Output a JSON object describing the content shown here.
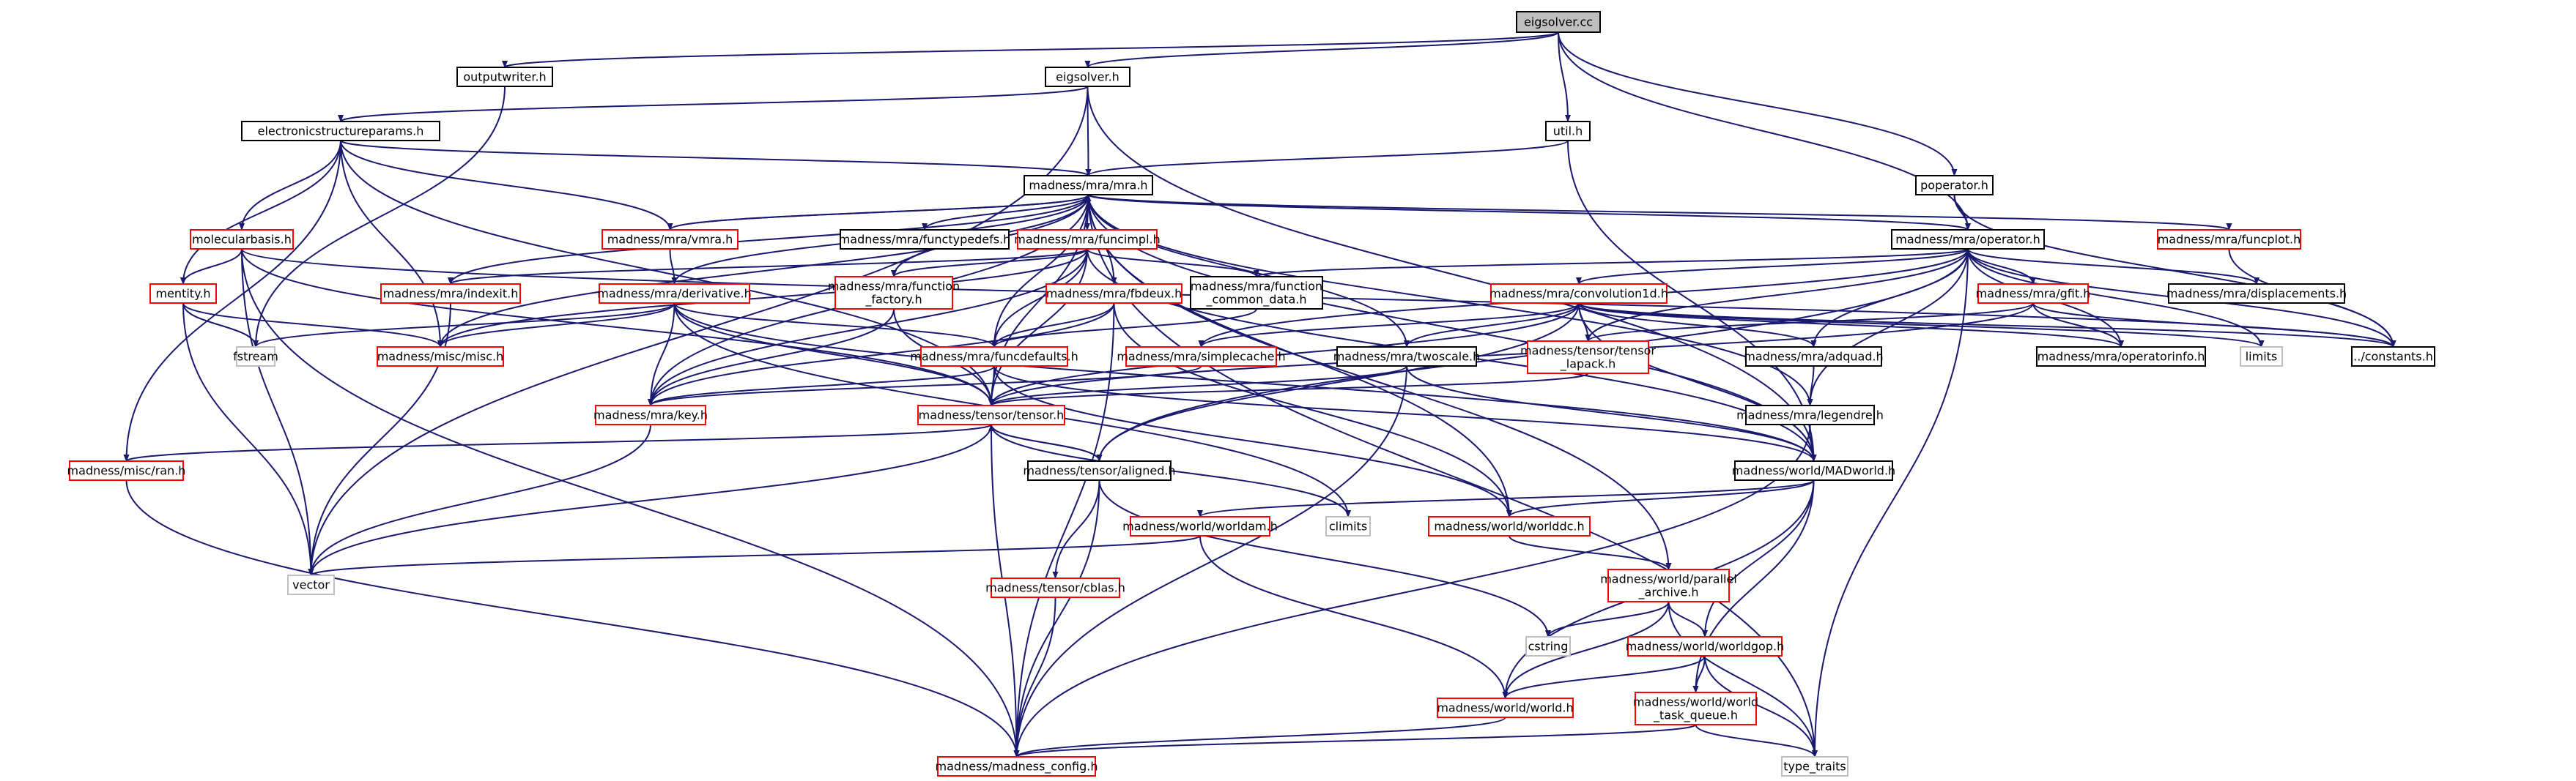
{
  "graph": {
    "type": "include-dependency-graph",
    "colors": {
      "edge": "#191970",
      "root_fill": "#bfbfbf",
      "documented_border": "#000000",
      "undocumented_border": "#ff0000",
      "external_border": "#bfbfbf",
      "external_text": "#000000"
    },
    "nodes": [
      {
        "id": "eigsolver_cc",
        "lines": [
          "eigsolver.cc"
        ],
        "kind": "root"
      },
      {
        "id": "outputwriter_h",
        "lines": [
          "outputwriter.h"
        ],
        "kind": "doc"
      },
      {
        "id": "eigsolver_h",
        "lines": [
          "eigsolver.h"
        ],
        "kind": "doc"
      },
      {
        "id": "util_h",
        "lines": [
          "util.h"
        ],
        "kind": "doc"
      },
      {
        "id": "poperator_h",
        "lines": [
          "poperator.h"
        ],
        "kind": "doc"
      },
      {
        "id": "electronicstructureparams_h",
        "lines": [
          "electronicstructureparams.h"
        ],
        "kind": "doc"
      },
      {
        "id": "mra_h",
        "lines": [
          "madness/mra/mra.h"
        ],
        "kind": "doc"
      },
      {
        "id": "molecularbasis_h",
        "lines": [
          "molecularbasis.h"
        ],
        "kind": "red"
      },
      {
        "id": "vmra_h",
        "lines": [
          "madness/mra/vmra.h"
        ],
        "kind": "red"
      },
      {
        "id": "functypedefs_h",
        "lines": [
          "madness/mra/functypedefs.h"
        ],
        "kind": "doc"
      },
      {
        "id": "funcimpl_h",
        "lines": [
          "madness/mra/funcimpl.h"
        ],
        "kind": "red"
      },
      {
        "id": "operator_h",
        "lines": [
          "madness/mra/operator.h"
        ],
        "kind": "doc"
      },
      {
        "id": "funcplot_h",
        "lines": [
          "madness/mra/funcplot.h"
        ],
        "kind": "red"
      },
      {
        "id": "mentity_h",
        "lines": [
          "mentity.h"
        ],
        "kind": "red"
      },
      {
        "id": "indexit_h",
        "lines": [
          "madness/mra/indexit.h"
        ],
        "kind": "red"
      },
      {
        "id": "derivative_h",
        "lines": [
          "madness/mra/derivative.h"
        ],
        "kind": "red"
      },
      {
        "id": "function_factory_h",
        "lines": [
          "madness/mra/function",
          "_factory.h"
        ],
        "kind": "red"
      },
      {
        "id": "fbdeux_h",
        "lines": [
          "madness/mra/fbdeux.h"
        ],
        "kind": "red"
      },
      {
        "id": "function_common_data_h",
        "lines": [
          "madness/mra/function",
          "_common_data.h"
        ],
        "kind": "doc"
      },
      {
        "id": "convolution1d_h",
        "lines": [
          "madness/mra/convolution1d.h"
        ],
        "kind": "red"
      },
      {
        "id": "gfit_h",
        "lines": [
          "madness/mra/gfit.h"
        ],
        "kind": "red"
      },
      {
        "id": "displacements_h",
        "lines": [
          "madness/mra/displacements.h"
        ],
        "kind": "doc"
      },
      {
        "id": "fstream",
        "lines": [
          "fstream"
        ],
        "kind": "ext"
      },
      {
        "id": "misc_h",
        "lines": [
          "madness/misc/misc.h"
        ],
        "kind": "red"
      },
      {
        "id": "funcdefaults_h",
        "lines": [
          "madness/mra/funcdefaults.h"
        ],
        "kind": "red"
      },
      {
        "id": "simplecache_h",
        "lines": [
          "madness/mra/simplecache.h"
        ],
        "kind": "red"
      },
      {
        "id": "twoscale_h",
        "lines": [
          "madness/mra/twoscale.h"
        ],
        "kind": "doc"
      },
      {
        "id": "tensor_lapack_h",
        "lines": [
          "madness/tensor/tensor",
          "_lapack.h"
        ],
        "kind": "red"
      },
      {
        "id": "adquad_h",
        "lines": [
          "madness/mra/adquad.h"
        ],
        "kind": "doc"
      },
      {
        "id": "operatorinfo_h",
        "lines": [
          "madness/mra/operatorinfo.h"
        ],
        "kind": "doc"
      },
      {
        "id": "limits",
        "lines": [
          "limits"
        ],
        "kind": "ext"
      },
      {
        "id": "constants_h",
        "lines": [
          "../constants.h"
        ],
        "kind": "doc"
      },
      {
        "id": "key_h",
        "lines": [
          "madness/mra/key.h"
        ],
        "kind": "red"
      },
      {
        "id": "tensor_h",
        "lines": [
          "madness/tensor/tensor.h"
        ],
        "kind": "red"
      },
      {
        "id": "legendre_h",
        "lines": [
          "madness/mra/legendre.h"
        ],
        "kind": "doc"
      },
      {
        "id": "ran_h",
        "lines": [
          "madness/misc/ran.h"
        ],
        "kind": "red"
      },
      {
        "id": "aligned_h",
        "lines": [
          "madness/tensor/aligned.h"
        ],
        "kind": "doc"
      },
      {
        "id": "madworld_h",
        "lines": [
          "madness/world/MADworld.h"
        ],
        "kind": "doc"
      },
      {
        "id": "climits",
        "lines": [
          "climits"
        ],
        "kind": "ext"
      },
      {
        "id": "worldam_h",
        "lines": [
          "madness/world/worldam.h"
        ],
        "kind": "red"
      },
      {
        "id": "worlddc_h",
        "lines": [
          "madness/world/worlddc.h"
        ],
        "kind": "red"
      },
      {
        "id": "vector",
        "lines": [
          "vector"
        ],
        "kind": "ext"
      },
      {
        "id": "cblas_h",
        "lines": [
          "madness/tensor/cblas.h"
        ],
        "kind": "red"
      },
      {
        "id": "parallel_archive_h",
        "lines": [
          "madness/world/parallel",
          "_archive.h"
        ],
        "kind": "red"
      },
      {
        "id": "cstring",
        "lines": [
          "cstring"
        ],
        "kind": "ext"
      },
      {
        "id": "worldgop_h",
        "lines": [
          "madness/world/worldgop.h"
        ],
        "kind": "red"
      },
      {
        "id": "world_h",
        "lines": [
          "madness/world/world.h"
        ],
        "kind": "red"
      },
      {
        "id": "world_task_queue_h",
        "lines": [
          "madness/world/world",
          "_task_queue.h"
        ],
        "kind": "red"
      },
      {
        "id": "madness_config_h",
        "lines": [
          "madness/madness_config.h"
        ],
        "kind": "red"
      },
      {
        "id": "type_traits",
        "lines": [
          "type_traits"
        ],
        "kind": "ext"
      }
    ],
    "edges": [
      [
        "eigsolver_cc",
        "outputwriter_h"
      ],
      [
        "eigsolver_cc",
        "eigsolver_h"
      ],
      [
        "eigsolver_cc",
        "util_h"
      ],
      [
        "eigsolver_cc",
        "poperator_h"
      ],
      [
        "eigsolver_cc",
        "operator_h"
      ],
      [
        "outputwriter_h",
        "fstream"
      ],
      [
        "eigsolver_h",
        "electronicstructureparams_h"
      ],
      [
        "eigsolver_h",
        "mra_h"
      ],
      [
        "eigsolver_h",
        "vector"
      ],
      [
        "eigsolver_h",
        "madworld_h"
      ],
      [
        "util_h",
        "mra_h"
      ],
      [
        "util_h",
        "madworld_h"
      ],
      [
        "poperator_h",
        "operator_h"
      ],
      [
        "poperator_h",
        "constants_h"
      ],
      [
        "electronicstructureparams_h",
        "mra_h"
      ],
      [
        "electronicstructureparams_h",
        "molecularbasis_h"
      ],
      [
        "electronicstructureparams_h",
        "mentity_h"
      ],
      [
        "electronicstructureparams_h",
        "ran_h"
      ],
      [
        "electronicstructureparams_h",
        "vmra_h"
      ],
      [
        "electronicstructureparams_h",
        "misc_h"
      ],
      [
        "electronicstructureparams_h",
        "tensor_h"
      ],
      [
        "mra_h",
        "vmra_h"
      ],
      [
        "mra_h",
        "functypedefs_h"
      ],
      [
        "mra_h",
        "funcimpl_h"
      ],
      [
        "mra_h",
        "operator_h"
      ],
      [
        "mra_h",
        "funcplot_h"
      ],
      [
        "mra_h",
        "indexit_h"
      ],
      [
        "mra_h",
        "derivative_h"
      ],
      [
        "mra_h",
        "function_factory_h"
      ],
      [
        "mra_h",
        "fbdeux_h"
      ],
      [
        "mra_h",
        "twoscale_h"
      ],
      [
        "mra_h",
        "misc_h"
      ],
      [
        "mra_h",
        "key_h"
      ],
      [
        "mra_h",
        "tensor_h"
      ],
      [
        "mra_h",
        "madworld_h"
      ],
      [
        "mra_h",
        "worlddc_h"
      ],
      [
        "mra_h",
        "parallel_archive_h"
      ],
      [
        "mra_h",
        "type_traits"
      ],
      [
        "mra_h",
        "legendre_h"
      ],
      [
        "mra_h",
        "funcdefaults_h"
      ],
      [
        "molecularbasis_h",
        "mentity_h"
      ],
      [
        "molecularbasis_h",
        "tensor_h"
      ],
      [
        "molecularbasis_h",
        "madness_config_h"
      ],
      [
        "molecularbasis_h",
        "vector"
      ],
      [
        "molecularbasis_h",
        "constants_h"
      ],
      [
        "vmra_h",
        "mra_h"
      ],
      [
        "vmra_h",
        "derivative_h"
      ],
      [
        "funcimpl_h",
        "function_factory_h"
      ],
      [
        "funcimpl_h",
        "function_common_data_h"
      ],
      [
        "funcimpl_h",
        "funcdefaults_h"
      ],
      [
        "funcimpl_h",
        "tensor_h"
      ],
      [
        "funcimpl_h",
        "key_h"
      ],
      [
        "funcimpl_h",
        "misc_h"
      ],
      [
        "funcimpl_h",
        "madworld_h"
      ],
      [
        "funcimpl_h",
        "indexit_h"
      ],
      [
        "operator_h",
        "function_common_data_h"
      ],
      [
        "operator_h",
        "convolution1d_h"
      ],
      [
        "operator_h",
        "gfit_h"
      ],
      [
        "operator_h",
        "displacements_h"
      ],
      [
        "operator_h",
        "simplecache_h"
      ],
      [
        "operator_h",
        "adquad_h"
      ],
      [
        "operator_h",
        "operatorinfo_h"
      ],
      [
        "operator_h",
        "limits"
      ],
      [
        "operator_h",
        "constants_h"
      ],
      [
        "operator_h",
        "tensor_lapack_h"
      ],
      [
        "operator_h",
        "aligned_h"
      ],
      [
        "operator_h",
        "type_traits"
      ],
      [
        "operator_h",
        "legendre_h"
      ],
      [
        "funcplot_h",
        "constants_h"
      ],
      [
        "mentity_h",
        "fstream"
      ],
      [
        "mentity_h",
        "misc_h"
      ],
      [
        "mentity_h",
        "vector"
      ],
      [
        "indexit_h",
        "vector"
      ],
      [
        "derivative_h",
        "funcdefaults_h"
      ],
      [
        "derivative_h",
        "tensor_h"
      ],
      [
        "derivative_h",
        "key_h"
      ],
      [
        "derivative_h",
        "misc_h"
      ],
      [
        "derivative_h",
        "fstream"
      ],
      [
        "derivative_h",
        "madworld_h"
      ],
      [
        "derivative_h",
        "climits"
      ],
      [
        "function_factory_h",
        "key_h"
      ],
      [
        "function_factory_h",
        "tensor_h"
      ],
      [
        "fbdeux_h",
        "funcdefaults_h"
      ],
      [
        "fbdeux_h",
        "key_h"
      ],
      [
        "fbdeux_h",
        "worlddc_h"
      ],
      [
        "fbdeux_h",
        "madness_config_h"
      ],
      [
        "function_common_data_h",
        "funcdefaults_h"
      ],
      [
        "convolution1d_h",
        "twoscale_h"
      ],
      [
        "convolution1d_h",
        "simplecache_h"
      ],
      [
        "convolution1d_h",
        "tensor_lapack_h"
      ],
      [
        "convolution1d_h",
        "adquad_h"
      ],
      [
        "convolution1d_h",
        "operatorinfo_h"
      ],
      [
        "convolution1d_h",
        "constants_h"
      ],
      [
        "convolution1d_h",
        "limits"
      ],
      [
        "convolution1d_h",
        "tensor_h"
      ],
      [
        "convolution1d_h",
        "aligned_h"
      ],
      [
        "convolution1d_h",
        "madworld_h"
      ],
      [
        "gfit_h",
        "operatorinfo_h"
      ],
      [
        "gfit_h",
        "tensor_lapack_h"
      ],
      [
        "gfit_h",
        "constants_h"
      ],
      [
        "gfit_h",
        "tensor_h"
      ],
      [
        "funcdefaults_h",
        "tensor_h"
      ],
      [
        "funcdefaults_h",
        "key_h"
      ],
      [
        "funcdefaults_h",
        "madworld_h"
      ],
      [
        "funcdefaults_h",
        "worlddc_h"
      ],
      [
        "simplecache_h",
        "key_h"
      ],
      [
        "twoscale_h",
        "tensor_h"
      ],
      [
        "twoscale_h",
        "madworld_h"
      ],
      [
        "twoscale_h",
        "madness_config_h"
      ],
      [
        "tensor_lapack_h",
        "tensor_h"
      ],
      [
        "adquad_h",
        "legendre_h"
      ],
      [
        "key_h",
        "vector"
      ],
      [
        "tensor_h",
        "ran_h"
      ],
      [
        "tensor_h",
        "aligned_h"
      ],
      [
        "tensor_h",
        "vector"
      ],
      [
        "tensor_h",
        "madness_config_h"
      ],
      [
        "tensor_h",
        "climits"
      ],
      [
        "legendre_h",
        "madworld_h"
      ],
      [
        "legendre_h",
        "madness_config_h"
      ],
      [
        "ran_h",
        "madness_config_h"
      ],
      [
        "aligned_h",
        "tensor_h"
      ],
      [
        "aligned_h",
        "cblas_h"
      ],
      [
        "aligned_h",
        "madness_config_h"
      ],
      [
        "aligned_h",
        "cstring"
      ],
      [
        "madworld_h",
        "worldam_h"
      ],
      [
        "madworld_h",
        "worlddc_h"
      ],
      [
        "madworld_h",
        "worldgop_h"
      ],
      [
        "madworld_h",
        "world_h"
      ],
      [
        "madworld_h",
        "world_task_queue_h"
      ],
      [
        "worldam_h",
        "vector"
      ],
      [
        "worldam_h",
        "world_h"
      ],
      [
        "worlddc_h",
        "parallel_archive_h"
      ],
      [
        "cblas_h",
        "madness_config_h"
      ],
      [
        "parallel_archive_h",
        "cstring"
      ],
      [
        "parallel_archive_h",
        "worldgop_h"
      ],
      [
        "parallel_archive_h",
        "world_h"
      ],
      [
        "parallel_archive_h",
        "type_traits"
      ],
      [
        "worldgop_h",
        "world_h"
      ],
      [
        "worldgop_h",
        "world_task_queue_h"
      ],
      [
        "worldgop_h",
        "type_traits"
      ],
      [
        "world_h",
        "madness_config_h"
      ],
      [
        "world_task_queue_h",
        "madness_config_h"
      ],
      [
        "world_task_queue_h",
        "type_traits"
      ]
    ]
  }
}
